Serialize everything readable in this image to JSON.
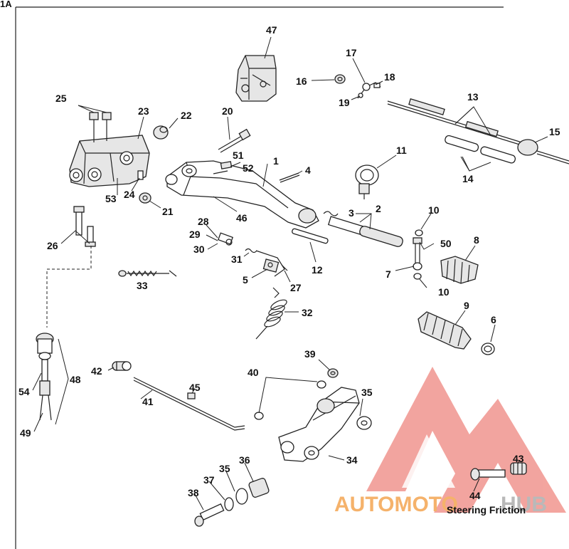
{
  "sheet_label": "1A",
  "caption": "Steering Friction",
  "watermark": {
    "text_orange": "AUTOMOTO",
    "text_grey": "HUB",
    "color_red": "#f2a09a",
    "color_orange": "#f5b26b",
    "color_grey": "#b9b9b9"
  },
  "callouts": [
    {
      "id": "c47",
      "text": "47"
    },
    {
      "id": "c17",
      "text": "17"
    },
    {
      "id": "c16",
      "text": "16"
    },
    {
      "id": "c18",
      "text": "18"
    },
    {
      "id": "c19",
      "text": "19"
    },
    {
      "id": "c13",
      "text": "13"
    },
    {
      "id": "c15",
      "text": "15"
    },
    {
      "id": "c14",
      "text": "14"
    },
    {
      "id": "c25",
      "text": "25"
    },
    {
      "id": "c23",
      "text": "23"
    },
    {
      "id": "c22",
      "text": "22"
    },
    {
      "id": "c20",
      "text": "20"
    },
    {
      "id": "c11",
      "text": "11"
    },
    {
      "id": "c51",
      "text": "51"
    },
    {
      "id": "c52",
      "text": "52"
    },
    {
      "id": "c1",
      "text": "1"
    },
    {
      "id": "c4",
      "text": "4"
    },
    {
      "id": "c24",
      "text": "24"
    },
    {
      "id": "c53",
      "text": "53"
    },
    {
      "id": "c21",
      "text": "21"
    },
    {
      "id": "c46",
      "text": "46"
    },
    {
      "id": "c3",
      "text": "3"
    },
    {
      "id": "c2",
      "text": "2"
    },
    {
      "id": "c10a",
      "text": "10"
    },
    {
      "id": "c8",
      "text": "8"
    },
    {
      "id": "c28",
      "text": "28"
    },
    {
      "id": "c29",
      "text": "29"
    },
    {
      "id": "c30",
      "text": "30"
    },
    {
      "id": "c26",
      "text": "26"
    },
    {
      "id": "c50",
      "text": "50"
    },
    {
      "id": "c31",
      "text": "31"
    },
    {
      "id": "c12",
      "text": "12"
    },
    {
      "id": "c7",
      "text": "7"
    },
    {
      "id": "c5",
      "text": "5"
    },
    {
      "id": "c27",
      "text": "27"
    },
    {
      "id": "c10b",
      "text": "10"
    },
    {
      "id": "c33",
      "text": "33"
    },
    {
      "id": "c32",
      "text": "32"
    },
    {
      "id": "c9",
      "text": "9"
    },
    {
      "id": "c6",
      "text": "6"
    },
    {
      "id": "c39",
      "text": "39"
    },
    {
      "id": "c42",
      "text": "42"
    },
    {
      "id": "c40",
      "text": "40"
    },
    {
      "id": "c48",
      "text": "48"
    },
    {
      "id": "c54",
      "text": "54"
    },
    {
      "id": "c35a",
      "text": "35"
    },
    {
      "id": "c45",
      "text": "45"
    },
    {
      "id": "c41",
      "text": "41"
    },
    {
      "id": "c49",
      "text": "49"
    },
    {
      "id": "c34",
      "text": "34"
    },
    {
      "id": "c43",
      "text": "43"
    },
    {
      "id": "c36",
      "text": "36"
    },
    {
      "id": "c35b",
      "text": "35"
    },
    {
      "id": "c37",
      "text": "37"
    },
    {
      "id": "c44",
      "text": "44"
    },
    {
      "id": "c38",
      "text": "38"
    }
  ]
}
